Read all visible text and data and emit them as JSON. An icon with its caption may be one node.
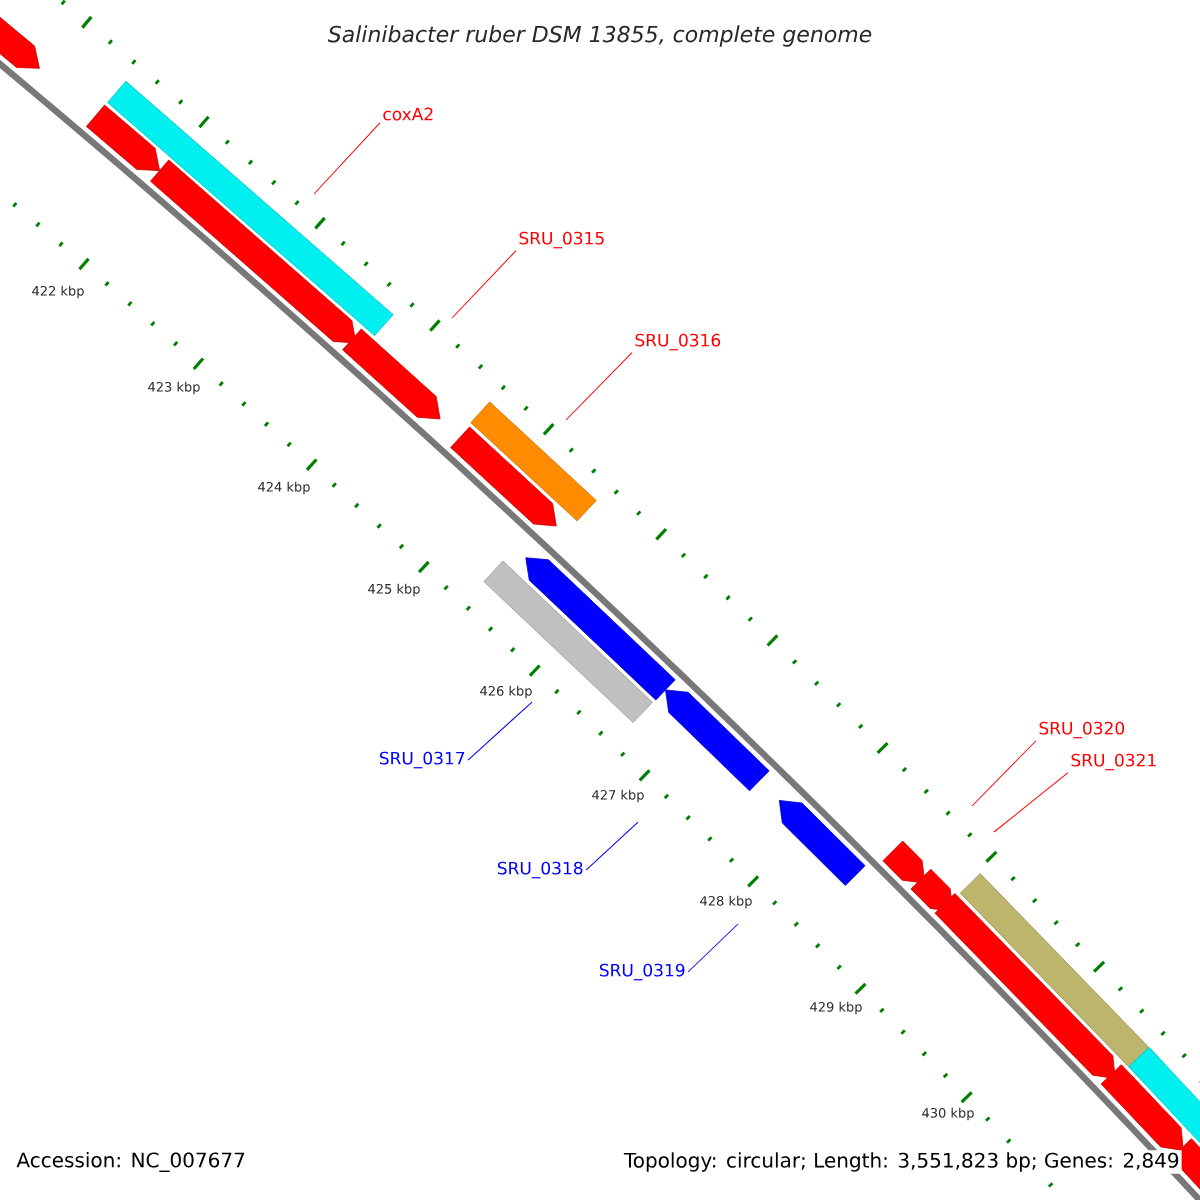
{
  "diagram": {
    "title": "*Salinibacter ruber* DSM 13855, complete genome",
    "nodes": [
      {
        "text": [
          "coxA2"
        ]
      },
      {
        "text": [
          "SRU_0315"
        ]
      },
      {
        "text": [
          "SRU_0316"
        ]
      },
      {
        "text": [
          "SRU_0317"
        ]
      },
      {
        "text": [
          "SRU_0318"
        ]
      },
      {
        "text": [
          "SRU_0319"
        ]
      },
      {
        "text": [
          "SRU_0320"
        ]
      },
      {
        "text": [
          "SRU_0321"
        ]
      }
    ],
    "edges": [
      {
        "from": 0,
        "to": null,
        "arrow": "none"
      },
      {
        "from": 1,
        "to": null,
        "arrow": "none"
      },
      {
        "from": 2,
        "to": null,
        "arrow": "none"
      },
      {
        "from": 3,
        "to": null,
        "arrow": "none",
        "color": "#0000ff"
      },
      {
        "from": 4,
        "to": null,
        "arrow": "none",
        "color": "#0000ff"
      },
      {
        "from": 5,
        "to": null,
        "arrow": "none",
        "color": "#0000ff"
      },
      {
        "from": 6,
        "to": null,
        "arrow": "none"
      },
      {
        "from": 7,
        "to": null,
        "arrow": "none"
      }
    ],
    "labels": [
      "422 kbp",
      "423 kbp",
      "424 kbp",
      "425 kbp",
      "426 kbp",
      "427 kbp",
      "428 kbp",
      "429 kbp",
      "430 kbp",
      "Accession: NC_007677",
      "Topology: circular; Length: 3,551,823 bp; Genes: 2,849"
    ]
  }
}
